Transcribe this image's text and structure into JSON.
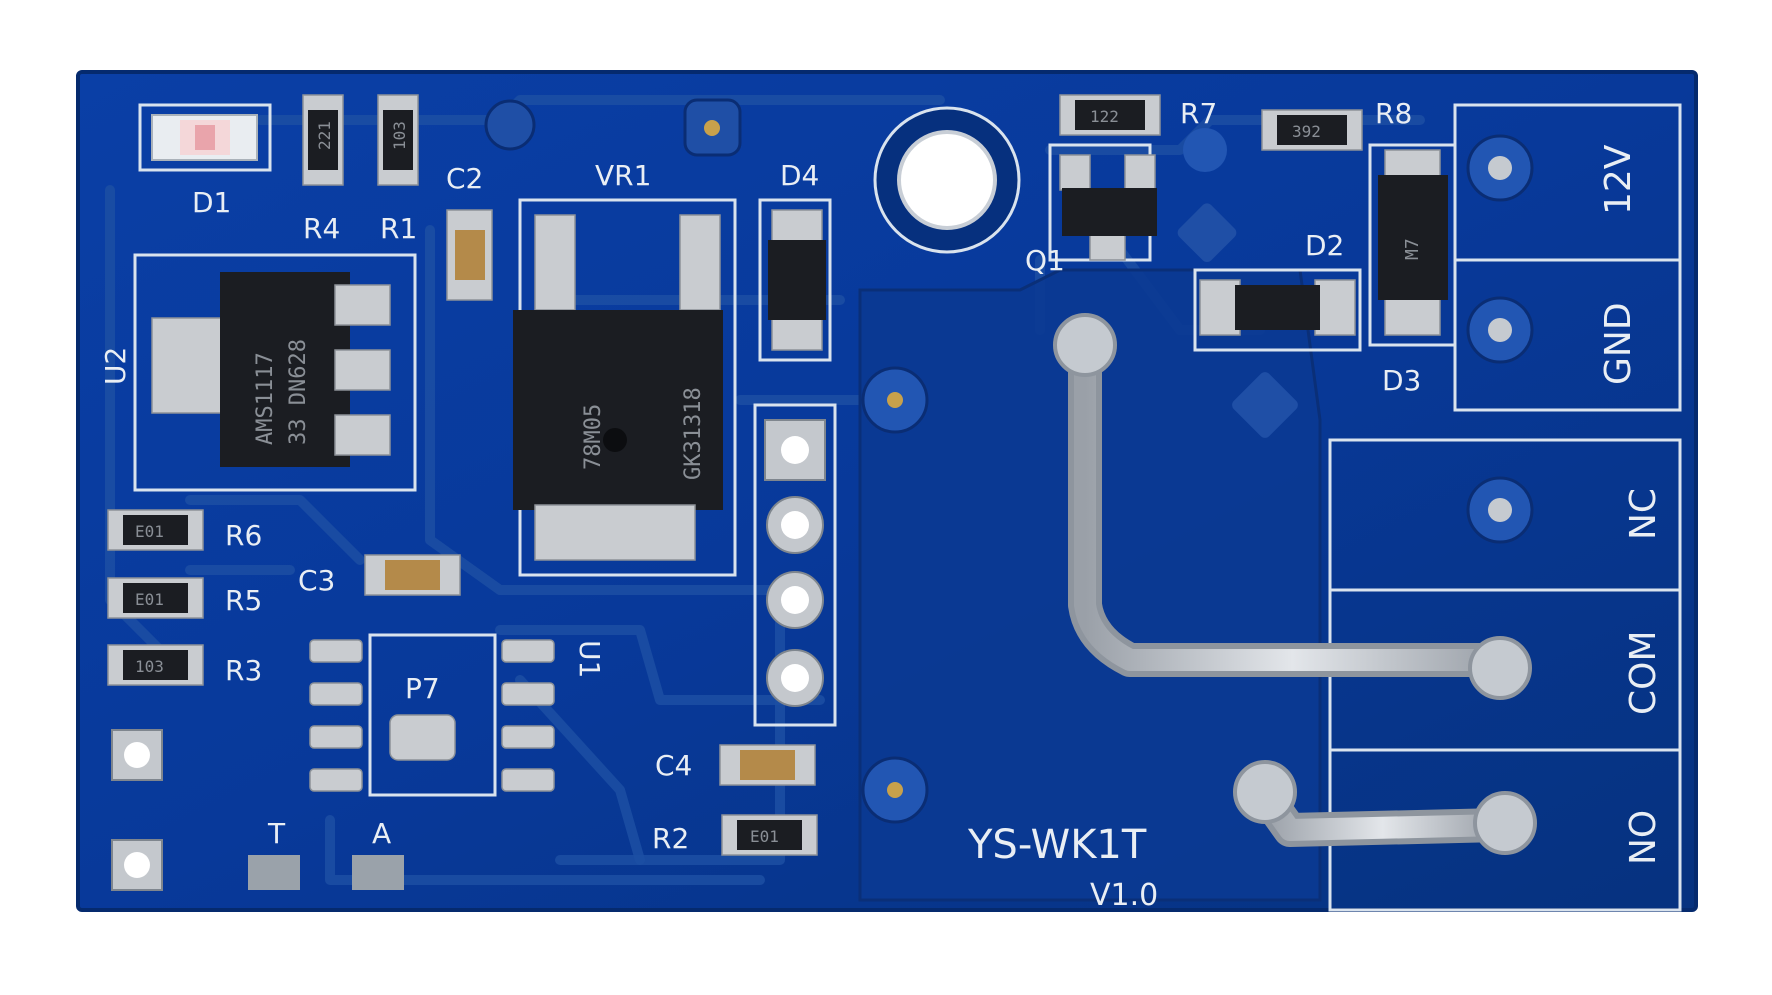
{
  "board": {
    "name": "YS-WK1T",
    "version": "V1.0",
    "colors": {
      "board": "#08399a",
      "board_dark": "#062c7a",
      "silk": "#e9eef4",
      "pad": "#c9ccd0",
      "chip": "#1b1d22"
    }
  },
  "designators": {
    "D1": "D1",
    "D2": "D2",
    "D3": "D3",
    "D4": "D4",
    "R1": "R1",
    "R2": "R2",
    "R3": "R3",
    "R4": "R4",
    "R5": "R5",
    "R6": "R6",
    "R7": "R7",
    "R8": "R8",
    "C2": "C2",
    "C3": "C3",
    "C4": "C4",
    "U1": "U1",
    "U2": "U2",
    "VR1": "VR1",
    "Q1": "Q1",
    "P7": "P7",
    "T": "T",
    "A": "A"
  },
  "terminals": [
    "12V",
    "GND",
    "NC",
    "COM",
    "NO"
  ],
  "part_markings": {
    "r4": "221",
    "r1": "103",
    "r7": "122",
    "r8": "392",
    "r6": "E01",
    "r5": "E01",
    "r3": "103",
    "r2": "E01",
    "u2_line1": "AMS1117",
    "u2_line2": "33 DN628",
    "vr1_line1": "78M05",
    "vr1_line2": "GK31318",
    "d3": "M7"
  }
}
